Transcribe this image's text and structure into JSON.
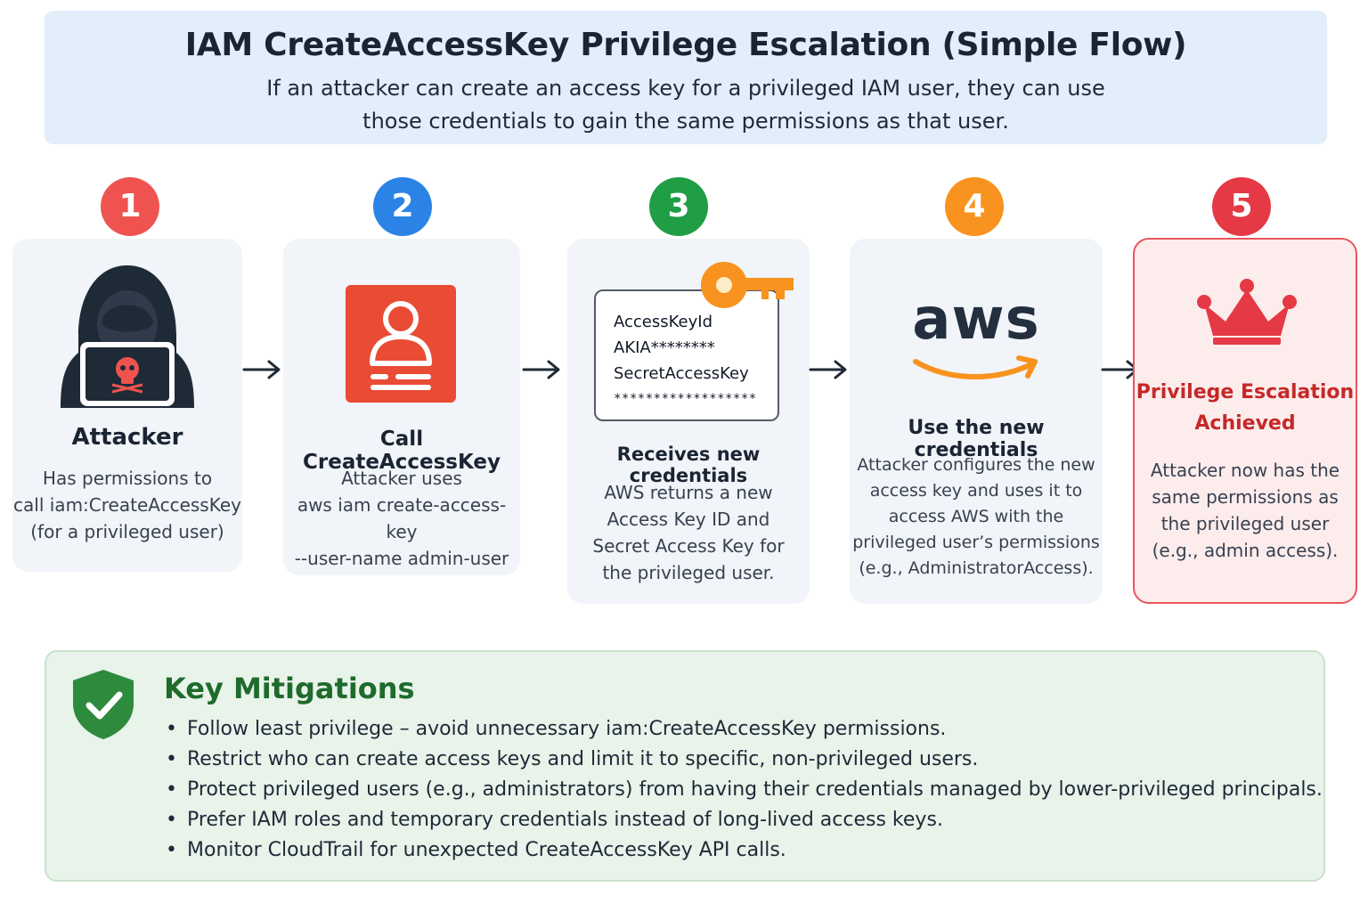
{
  "header": {
    "title": "IAM CreateAccessKey Privilege Escalation (Simple Flow)",
    "subtitle": "If an attacker can create an access key for a privileged IAM user, they can use those credentials to gain the same permissions as that user."
  },
  "steps": [
    {
      "number": "1",
      "color": "#ef5350",
      "icon": "hooded-hacker-icon",
      "title": "Attacker",
      "desc": [
        "Has permissions to",
        "call iam:CreateAccessKey",
        "(for a privileged user)"
      ]
    },
    {
      "number": "2",
      "color": "#2b83e6",
      "icon": "iam-user-icon",
      "title": "Call CreateAccessKey",
      "desc": [
        "Attacker uses",
        "aws iam create-access-key",
        "--user-name admin-user"
      ]
    },
    {
      "number": "3",
      "color": "#1f9e45",
      "icon": "key-icon",
      "title": "Receives new credentials",
      "desc": [
        "AWS returns a new",
        "Access Key ID and",
        "Secret Access Key for",
        "the privileged user."
      ],
      "credentials": {
        "key_id_label": "AccessKeyId",
        "key_id_value": "AKIA********",
        "secret_label": "SecretAccessKey",
        "secret_value": "******************"
      }
    },
    {
      "number": "4",
      "color": "#f7931e",
      "icon": "aws-logo",
      "logo_text": "aws",
      "title": "Use the new credentials",
      "desc": [
        "Attacker configures the new",
        "access key and uses it to",
        "access AWS with the",
        "privileged user’s permissions",
        "(e.g., AdministratorAccess)."
      ]
    },
    {
      "number": "5",
      "color": "#e53945",
      "icon": "crown-icon",
      "title_lines": [
        "Privilege Escalation",
        "Achieved"
      ],
      "desc": [
        "Attacker now has the",
        "same permissions as",
        "the privileged user",
        "(e.g., admin access)."
      ]
    }
  ],
  "mitigations": {
    "title": "Key Mitigations",
    "items": [
      "Follow least privilege – avoid unnecessary iam:CreateAccessKey permissions.",
      "Restrict who can create access keys and limit it to specific, non-privileged users.",
      "Protect privileged users (e.g., administrators) from having their credentials managed by lower-privileged principals.",
      "Prefer IAM roles and temporary credentials instead of long-lived access keys.",
      "Monitor CloudTrail for unexpected CreateAccessKey API calls."
    ]
  },
  "colors": {
    "accent_green": "#1e6b2c",
    "alert_red": "#d32f2f",
    "aws_orange": "#f7931e",
    "aws_dark": "#232f3e"
  }
}
